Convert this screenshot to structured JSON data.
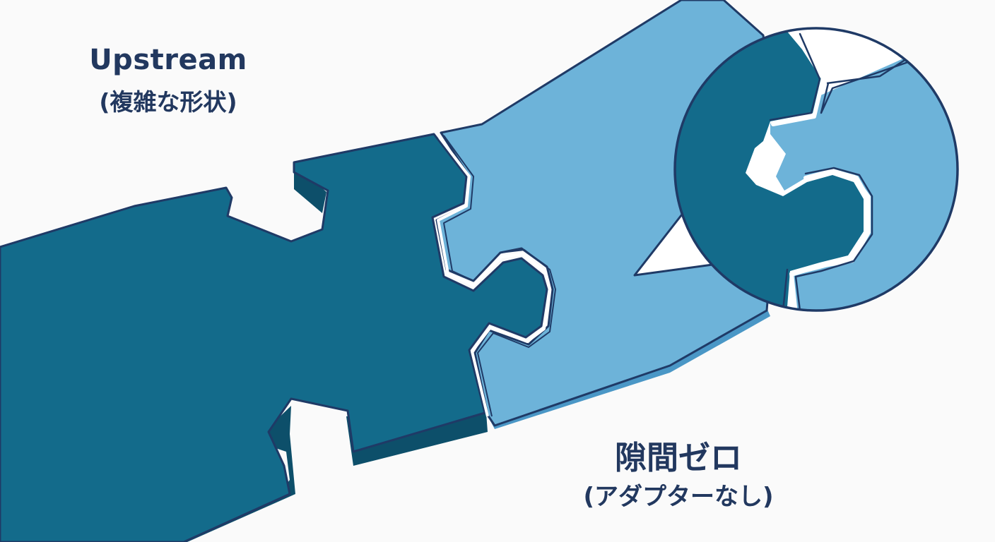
{
  "labels": {
    "upstream_title": "Upstream",
    "upstream_subtitle": "(複雑な形状)",
    "gap_title": "隙間ゼロ",
    "gap_subtitle": "(アダプターなし)"
  },
  "colors": {
    "background": "#fafafa",
    "upstream_piece": "#136b8b",
    "upstream_piece_side": "#0d4f6a",
    "downstream_piece": "#6db3d9",
    "downstream_piece_side": "#4a97c6",
    "outline": "#1f3a66",
    "text": "#22385f"
  },
  "icons": {
    "upstream_piece": "puzzle-piece-dark",
    "downstream_piece": "puzzle-piece-light",
    "zoom": "magnifier-circle"
  }
}
